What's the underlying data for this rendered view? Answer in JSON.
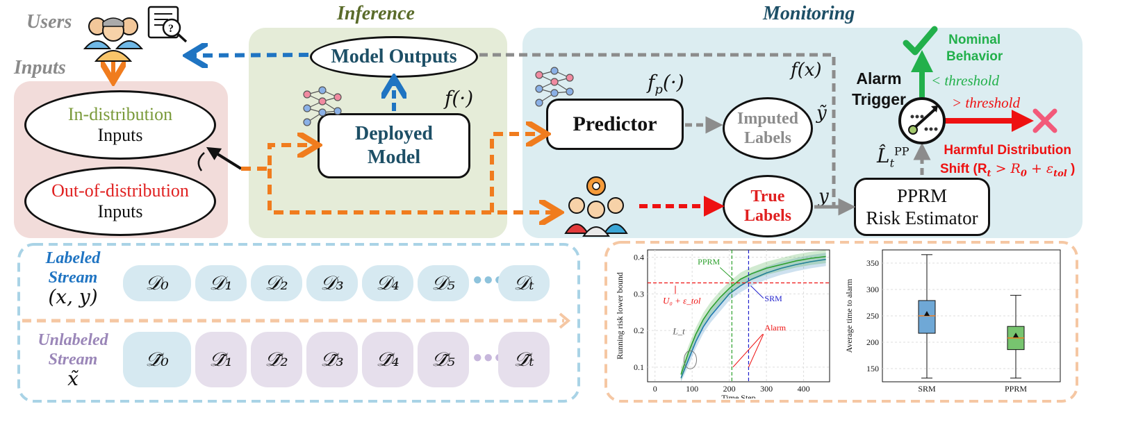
{
  "sections": {
    "users": "Users",
    "inputs": "Inputs",
    "inference": "Inference",
    "monitoring": "Monitoring"
  },
  "inputs": {
    "in_dist_line1": "In-distribution",
    "in_dist_line2": "Inputs",
    "ood_line1": "Out-of-distribution",
    "ood_line2": "Inputs"
  },
  "inference": {
    "model_outputs": "Model Outputs",
    "deployed_line1": "Deployed",
    "deployed_line2": "Model",
    "f_label": "f(·)"
  },
  "monitoring": {
    "predictor": "Predictor",
    "fp_label": "f_p(·)",
    "fx_label": "f(x)",
    "imputed_line1": "Imputed",
    "imputed_line2": "Labels",
    "ytilde": "ỹ",
    "true_line1": "True",
    "true_line2": "Labels",
    "y": "y",
    "pprm_line1": "PPRM",
    "pprm_line2": "Risk Estimator",
    "lhat": "L̂",
    "lhat_sub": "t",
    "lhat_sup": "PP",
    "alarm_line1": "Alarm",
    "alarm_line2": "Trigger",
    "lt_threshold": "< threshold",
    "gt_threshold": "> threshold",
    "nominal_line1": "Nominal",
    "nominal_line2": "Behavior",
    "harmful_line1": "Harmful Distribution",
    "harmful_line2": "Shift (R",
    "harmful_cond": " > R",
    "harmful_tail": " + ε",
    "harmful_sub_t": "t",
    "harmful_sub_0": "0",
    "harmful_sub_tol": "tol",
    "harmful_close": " )"
  },
  "streams": {
    "labeled_line1": "Labeled",
    "labeled_line2": "Stream",
    "labeled_var": "(x, y)",
    "unlabeled_line1": "Unlabeled",
    "unlabeled_line2": "Stream",
    "unlabeled_var": "x̃",
    "chips_labeled": [
      "𝒟₀",
      "𝒟₁",
      "𝒟₂",
      "𝒟₃",
      "𝒟₄",
      "𝒟₅",
      "𝒟ₜ"
    ],
    "chips_unlabeled": [
      "𝒟̃₀",
      "𝒟̃₁",
      "𝒟̃₂",
      "𝒟̃₃",
      "𝒟̃₄",
      "𝒟̃₅",
      "𝒟̃ₜ"
    ]
  },
  "chart_data": [
    {
      "type": "line",
      "xlabel": "Time Step",
      "ylabel": "Running risk lower bound",
      "xlim": [
        -20,
        470
      ],
      "ylim": [
        0.06,
        0.42
      ],
      "xticks": [
        0,
        100,
        200,
        300,
        400
      ],
      "yticks": [
        0.1,
        0.2,
        0.3,
        0.4
      ],
      "grid": true,
      "threshold": 0.33,
      "threshold_label": "U₀ + ε_tol",
      "series": [
        {
          "name": "PPRM",
          "color": "#2ca02c",
          "x": [
            70,
            90,
            110,
            130,
            150,
            175,
            200,
            230,
            260,
            300,
            340,
            380,
            420,
            460
          ],
          "y": [
            0.08,
            0.14,
            0.19,
            0.23,
            0.26,
            0.29,
            0.315,
            0.34,
            0.355,
            0.37,
            0.38,
            0.39,
            0.397,
            0.402
          ]
        },
        {
          "name": "SRM",
          "color": "#1f77b4",
          "x": [
            70,
            90,
            110,
            130,
            150,
            175,
            200,
            230,
            260,
            300,
            340,
            380,
            420,
            460
          ],
          "y": [
            0.07,
            0.12,
            0.17,
            0.21,
            0.24,
            0.27,
            0.3,
            0.322,
            0.34,
            0.357,
            0.37,
            0.38,
            0.388,
            0.394
          ]
        }
      ],
      "vlines": [
        {
          "x": 207,
          "color": "#2ca02c"
        },
        {
          "x": 252,
          "color": "#1f1fcc"
        }
      ],
      "annotations": {
        "pprm": "PPRM",
        "srm": "SRM",
        "alarm": "Alarm",
        "lt": "L_t"
      }
    },
    {
      "type": "box",
      "ylabel": "Average time to alarm",
      "ylim": [
        125,
        375
      ],
      "yticks": [
        150,
        200,
        250,
        300,
        350
      ],
      "grid": true,
      "categories": [
        "SRM",
        "PPRM"
      ],
      "boxes": [
        {
          "name": "SRM",
          "color": "#6fa8d6",
          "min": 132,
          "q1": 217,
          "median": 250,
          "q3": 279,
          "max": 366,
          "mean": 254
        },
        {
          "name": "PPRM",
          "color": "#77c46f",
          "min": 132,
          "q1": 186,
          "median": 208,
          "q3": 230,
          "max": 289,
          "mean": 213
        }
      ]
    }
  ],
  "colors": {
    "inputs_bg": "#f2dcda",
    "inference_bg": "#e5ecd8",
    "monitoring_bg": "#dcedf1",
    "orange": "#f07c1e",
    "blue_arrow": "#1f74c2",
    "gray_arrow": "#8c8c8c",
    "red_arrow": "#ee1111",
    "green": "#22b04b",
    "teal_text": "#1d4f66"
  },
  "icons": [
    "users-icon",
    "help-document-icon",
    "neural-network-icon",
    "annotators-icon",
    "gear-icon",
    "check-icon",
    "cross-icon",
    "gauge-icon"
  ]
}
